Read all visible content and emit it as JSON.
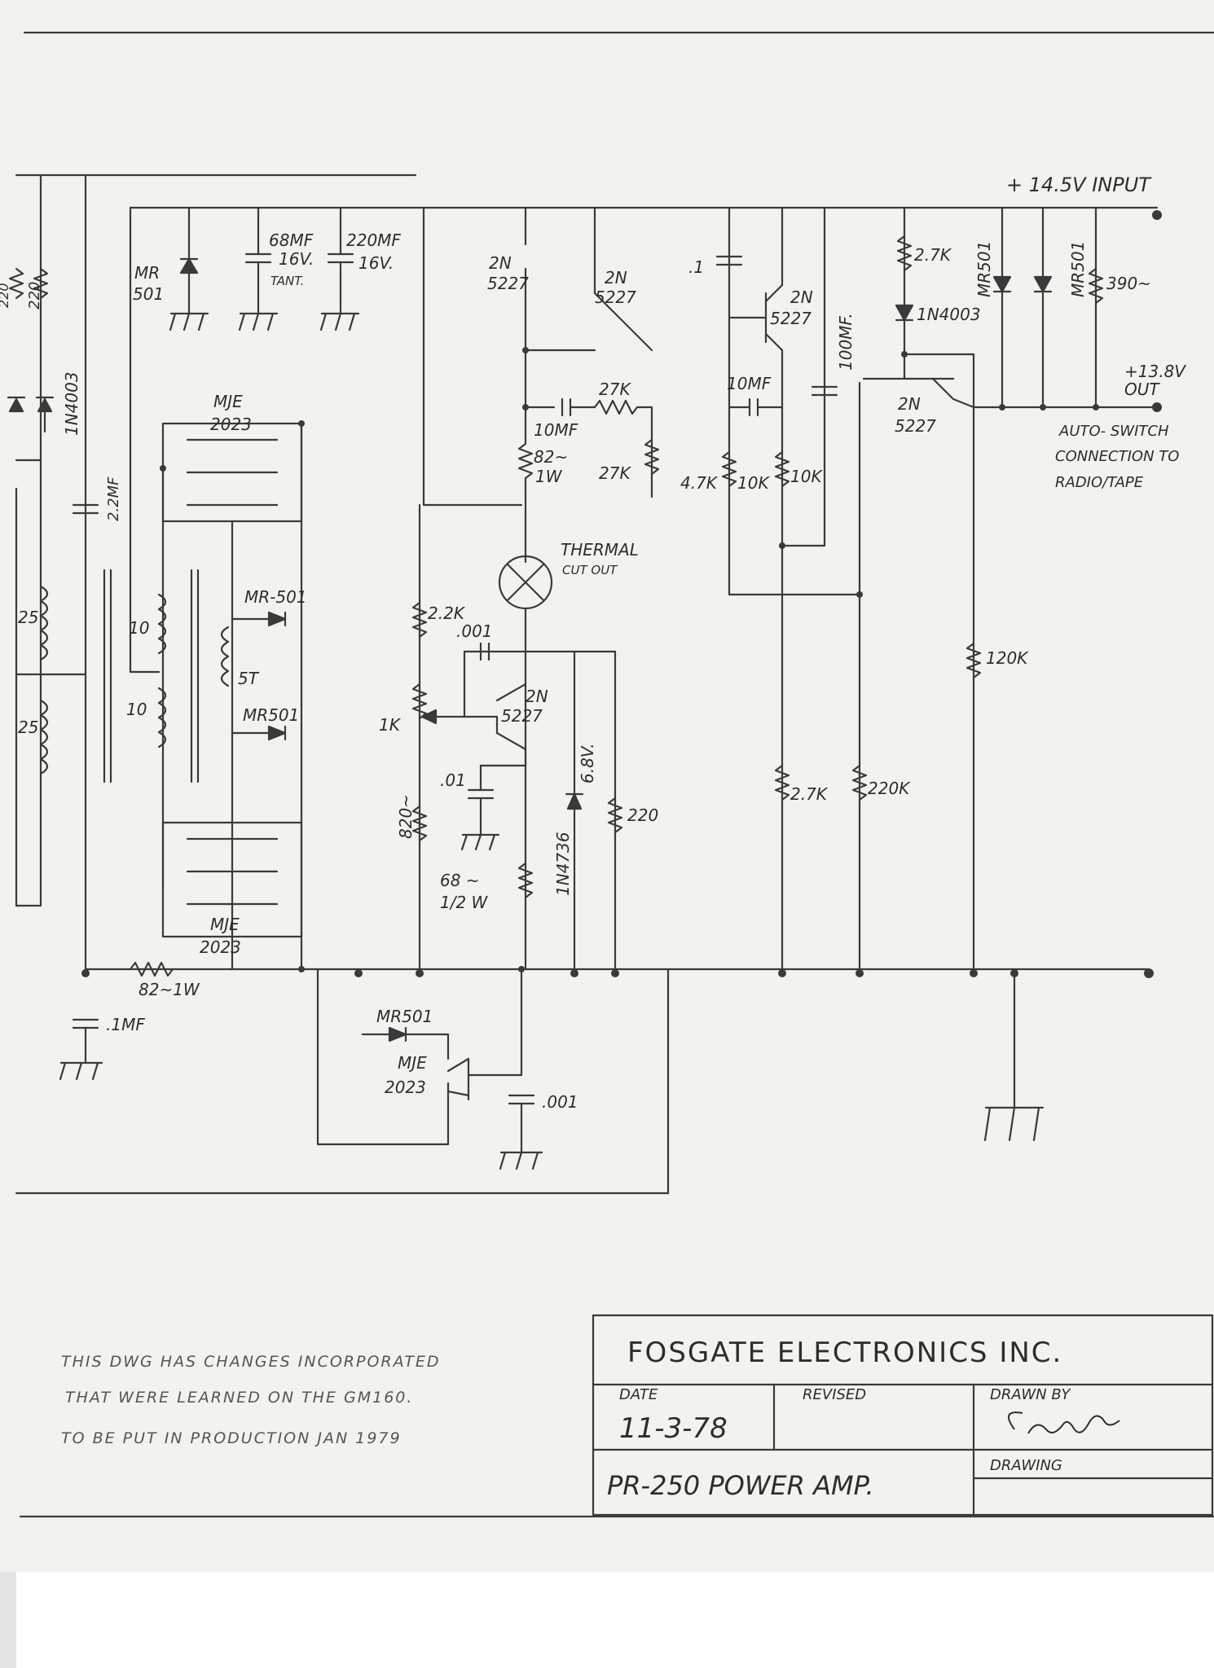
{
  "title_block": {
    "company": "FOSGATE ELECTRONICS INC.",
    "date_label": "DATE",
    "date_value": "11-3-78",
    "revised_label": "REVISED",
    "drawn_by_label": "DRAWN BY",
    "drawing_label": "DRAWING",
    "drawing_title": "PR-250 POWER AMP."
  },
  "notes": [
    "THIS DWG HAS CHANGES INCORPORATED",
    "THAT WERE LEARNED ON THE GM160.",
    "TO BE PUT IN PRODUCTION JAN 1979"
  ],
  "io_labels": {
    "input": "+ 14.5V INPUT",
    "output_line1": "+13.8V",
    "output_line2": "OUT",
    "auto_switch_line1": "AUTO- SWITCH",
    "auto_switch_line2": "CONNECTION TO",
    "auto_switch_line3": "RADIO/TAPE"
  },
  "components": {
    "mr501_left_a": "MR",
    "mr501_left_b": "501",
    "c68_a": "68MF",
    "c68_b": "16V.",
    "c68_c": "TANT.",
    "c220_a": "220MF",
    "c220_b": "16V.",
    "r220_left_a": "220",
    "r220_left_b": "220",
    "d1n4003_left": "1N4003",
    "c22": "2.2MF",
    "coil25_a": "25",
    "coil25_b": "25",
    "coil10_a": "10",
    "coil10_b": "10",
    "coil5t": "5T",
    "mje_top_a": "MJE",
    "mje_top_b": "2023",
    "mje_bot_a": "MJE",
    "mje_bot_b": "2023",
    "mr501_mid_a": "MR-501",
    "mr501_mid_b": "MR501",
    "r82_1w_bottom": "82~1W",
    "c01mf": ".1MF",
    "q1_a": "2N",
    "q1_b": "5227",
    "q2_a": "2N",
    "q2_b": "5227",
    "c10mf_a": "10MF",
    "r27k_a": "27K",
    "r82_a": "82~",
    "r82_b": "1W",
    "r27k_b": "27K",
    "thermal_a": "THERMAL",
    "thermal_b": "CUT OUT",
    "r22k": "2.2K",
    "c001_top": ".001",
    "pot1k": "1K",
    "q3_a": "2N",
    "q3_b": "5227",
    "c01": ".01",
    "r820": "820~",
    "r68_a": "68 ~",
    "r68_b": "1/2 W",
    "z1n4736": "1N4736",
    "z68v": "6.8V.",
    "r220_mid": "220",
    "mr501_bot": "MR501",
    "mje_low_a": "MJE",
    "mje_low_b": "2023",
    "c001_bot": ".001",
    "c_point1": ".1",
    "q4_a": "2N",
    "q4_b": "5227",
    "c100mf": "100MF.",
    "c10mf_b": "10MF",
    "r47k": "4.7K",
    "r10k_a": "10K",
    "r10k_b": "10K",
    "r27k_low": "2.7K",
    "r220k": "220K",
    "r27k_reg": "2.7K",
    "d1n4003_reg": "1N4003",
    "q5_a": "2N",
    "q5_b": "5227",
    "mr501_r1": "MR501",
    "mr501_r2": "MR501",
    "r390": "390~",
    "r120k": "120K"
  }
}
